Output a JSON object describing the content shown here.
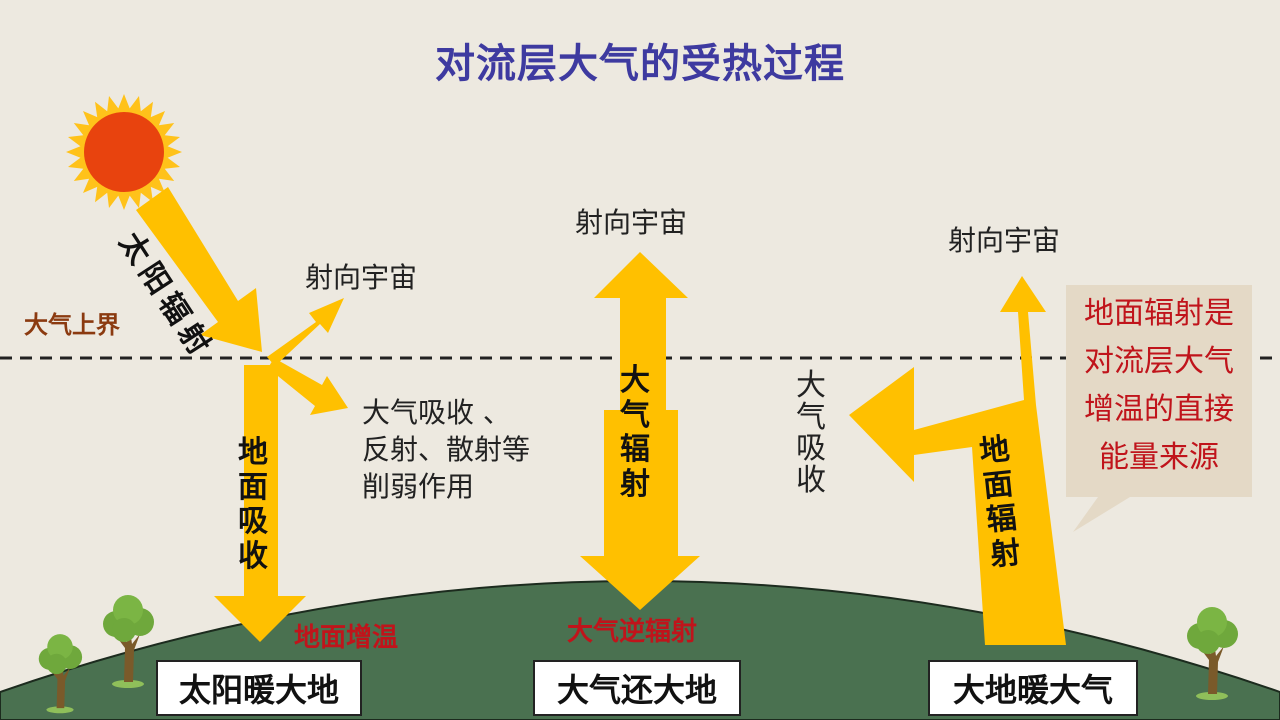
{
  "title": "对流层大气的受热过程",
  "atmosphere_boundary_label": "大气上界",
  "labels": {
    "to_space_left": "射向宇宙",
    "to_space_center": "射向宇宙",
    "to_space_right": "射向宇宙",
    "solar_radiation": "太阳辐射",
    "ground_absorb": [
      "地",
      "面",
      "吸",
      "收"
    ],
    "atmos_radiation": [
      "大",
      "气",
      "辐",
      "射"
    ],
    "atmos_absorb": [
      "大",
      "气",
      "吸",
      "收"
    ],
    "ground_radiation": [
      "地",
      "面",
      "辐",
      "射"
    ],
    "absorb_note": [
      "大气吸收 、",
      "反射、散射等",
      "削弱作用"
    ],
    "ground_warming": "地面增温",
    "counter_radiation": "大气逆辐射"
  },
  "boxes": {
    "left": "太阳暖大地",
    "center": "大气还大地",
    "right": "大地暖大气"
  },
  "callout": [
    "地面辐射是",
    "对流层大气",
    "增温的直接",
    "能量来源"
  ],
  "icons": {
    "sun": "sun-icon",
    "tree": "tree-icon"
  },
  "colors": {
    "title": "#3E3AA0",
    "arrow": "#FFC000",
    "ground": "#4A7150",
    "sun": "#E8430E",
    "sun_rays": "#FFC21A",
    "callout_bg": "#E4D9C6",
    "callout_text": "#C0141B",
    "boundary_label": "#8B3A10"
  }
}
